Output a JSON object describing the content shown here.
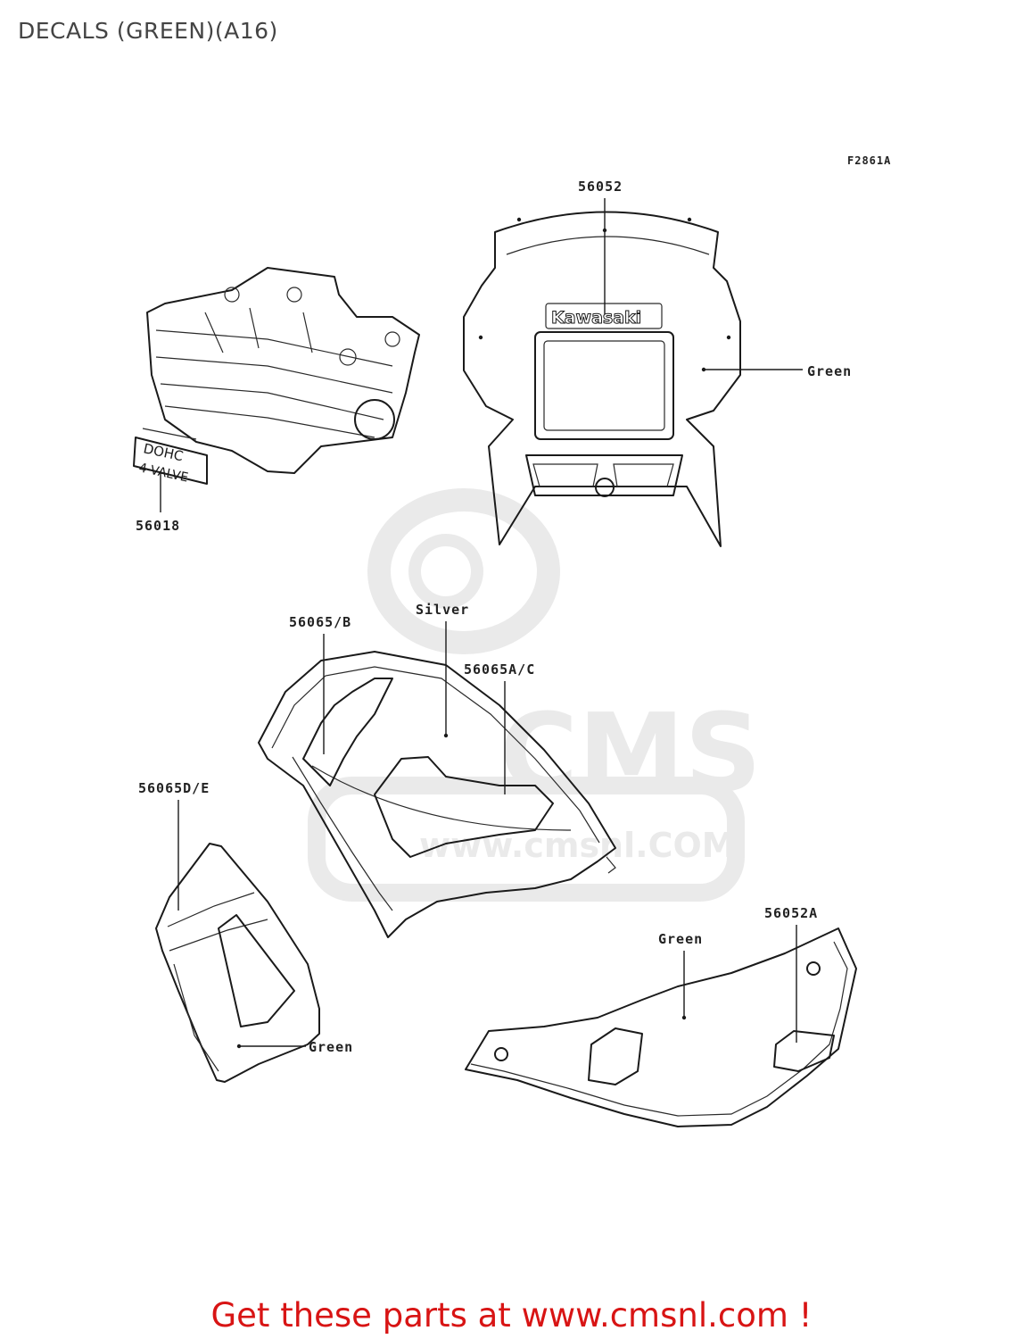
{
  "title": "DECALS (GREEN)(A16)",
  "figure_code": "F2861A",
  "watermark": {
    "text": "CMS",
    "url_text": "www.cmsnl.COM",
    "color": "#d9d9d9"
  },
  "callouts": {
    "cowl_decal": "56052",
    "cowl_color": "Green",
    "valve_decal": "56018",
    "valve_label_line1": "DOHC",
    "valve_label_line2": "4-VALVE",
    "cowl_logo": "Kawasaki",
    "tank_decal_b": "56065/B",
    "tank_color": "Silver",
    "tank_decal_ac": "56065A/C",
    "shroud_decal": "56065D/E",
    "shroud_color": "Green",
    "side_cover_color": "Green",
    "side_cover_decal": "56052A"
  },
  "footer": {
    "cta": "Get these parts at www.cmsnl.com !",
    "color": "#d81414"
  }
}
